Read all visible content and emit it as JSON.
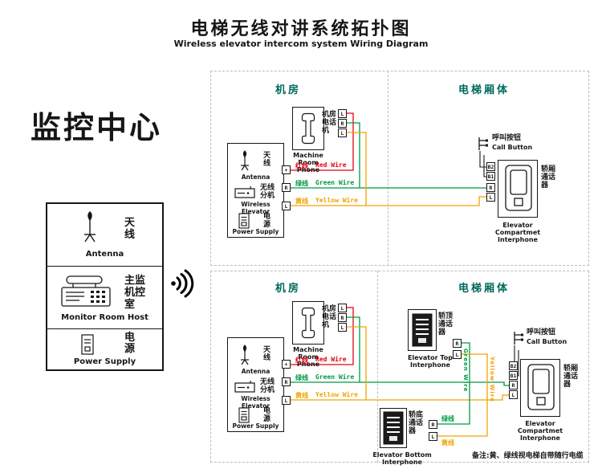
{
  "title": {
    "zh": "电梯无线对讲系统拓扑图",
    "en": "Wireless elevator intercom system Wiring Diagram"
  },
  "monitor": {
    "heading": "监控中心",
    "antenna_zh": "天线",
    "antenna_en": "Antenna",
    "host_zh": "主监机控室",
    "host_en": "Monitor Room Host",
    "power_zh": "电源",
    "power_en": "Power Supply"
  },
  "panels": {
    "machine_room": "机房",
    "elevator_body": "电梯厢体"
  },
  "machine_phone": {
    "zh": "机房电话机",
    "en": "Machine Room Phone",
    "t1": "L",
    "t2": "R",
    "t3": "L"
  },
  "wireless": {
    "antenna_zh": "天线",
    "antenna_en": "Antenna",
    "unit_zh": "无线分机",
    "unit_en": "Wireless Elevator",
    "power_zh": "电源",
    "power_en": "Power Supply",
    "t1": "+",
    "t2": "R",
    "t3": "L"
  },
  "wires": {
    "red_zh": "红线",
    "red_en": "Red Wire",
    "green_zh": "绿线",
    "green_en": "Green Wire",
    "yellow_zh": "黄线",
    "yellow_en": "Yellow Wire",
    "green_vertical": "Green Wire",
    "yellow_vertical": "Yellow Wire"
  },
  "call_button": {
    "zh": "呼叫按钮",
    "en": "Call Button"
  },
  "compartment": {
    "zh": "轿厢通话器",
    "en": "Elevator Compartmet Interphone",
    "t1": "B2",
    "t2": "B1",
    "t3": "R",
    "t4": "L"
  },
  "top_interphone": {
    "zh": "轿顶通话器",
    "en": "Elevator Top Interphone",
    "t1": "R",
    "t2": "L"
  },
  "bottom_interphone": {
    "zh": "轿底通话器",
    "en": "Elevator Bottom Interphone",
    "t1": "R",
    "t2": "L"
  },
  "note": "备注:黄、绿线视电梯自带随行电缆",
  "colors": {
    "red": "#e60012",
    "green": "#009944",
    "yellow": "#f0a300",
    "section_label": "#00695c"
  },
  "icons": {
    "signal": "wireless-signal-icon",
    "antenna": "antenna-icon",
    "desk_phone": "desk-phone-icon",
    "power": "power-supply-icon",
    "handset": "phone-handset-icon",
    "wireless_device": "wireless-device-icon",
    "speaker": "speaker-interphone-icon",
    "compartment": "interphone-handset-icon",
    "call": "call-button-icon"
  }
}
